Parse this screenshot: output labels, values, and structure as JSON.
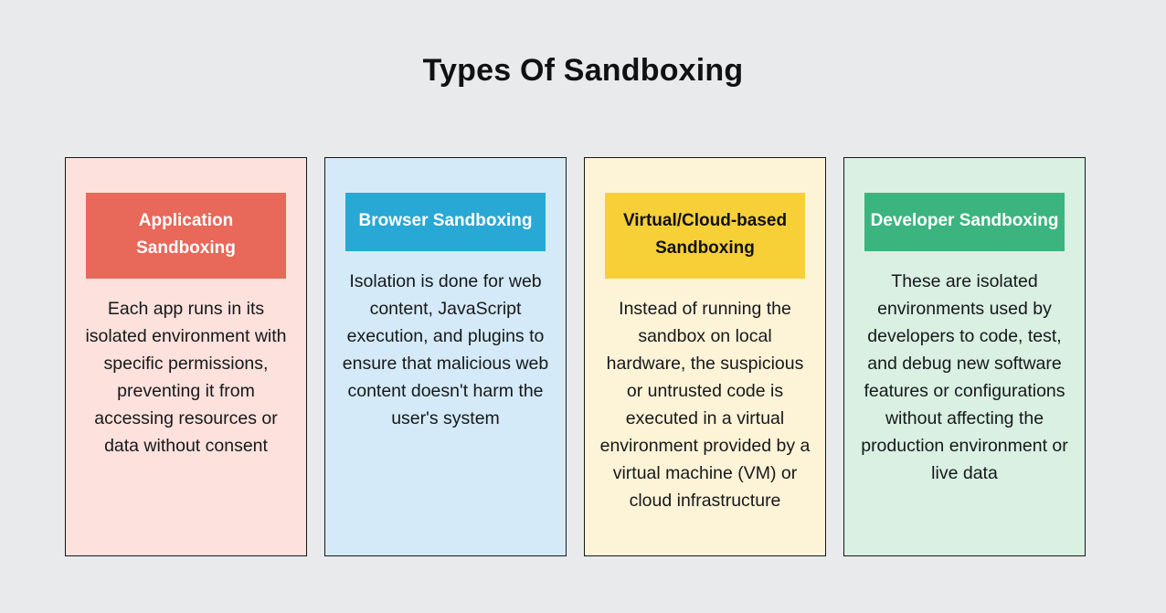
{
  "page": {
    "title": "Types Of Sandboxing",
    "background_color": "#e8eaeb",
    "text_color": "#16181a"
  },
  "cards": [
    {
      "header": "Application Sandboxing",
      "body": "Each app runs in its isolated environment with specific permissions, preventing it from accessing resources or data without consent",
      "header_color": "#e8685a",
      "header_text_color": "#ffffff",
      "body_color": "#fde1dc"
    },
    {
      "header": "Browser Sandboxing",
      "body": "Isolation is done for web content, JavaScript execution, and plugins to ensure that malicious web content doesn't harm the user's system",
      "header_color": "#28a8d4",
      "header_text_color": "#ffffff",
      "body_color": "#d4eaf8"
    },
    {
      "header": "Virtual/Cloud-based Sandboxing",
      "body": "Instead of running the sandbox on local hardware, the suspicious or untrusted code is executed in a virtual environment provided by a virtual machine (VM) or cloud infrastructure",
      "header_color": "#f7d038",
      "header_text_color": "#111113",
      "body_color": "#fdf3d7"
    },
    {
      "header": "Developer Sandboxing",
      "body": "These are isolated environments used by developers to code, test, and debug new software features or configurations without affecting the production environment or live data",
      "header_color": "#3cb47f",
      "header_text_color": "#ffffff",
      "body_color": "#d9f0e3"
    }
  ]
}
